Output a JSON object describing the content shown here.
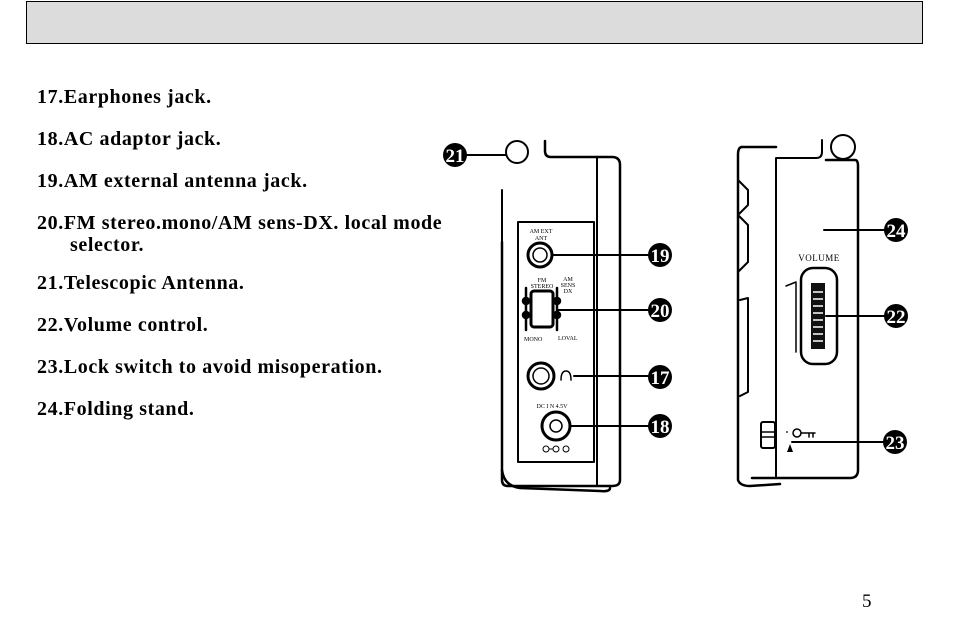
{
  "list_items": [
    {
      "num": "17.",
      "text": "Earphones jack."
    },
    {
      "num": "18.",
      "text": "AC adaptor jack."
    },
    {
      "num": "19.",
      "text": "AM external antenna jack."
    },
    {
      "num": "20.",
      "text": "FM stereo.mono/AM sens-DX. local mode",
      "cont": "selector."
    },
    {
      "num": "21.",
      "text": "Telescopic Antenna."
    },
    {
      "num": "22.",
      "text": "Volume control."
    },
    {
      "num": "23.",
      "text": "Lock switch to avoid misoperation."
    },
    {
      "num": "24.",
      "text": "Folding stand."
    }
  ],
  "figure": {
    "left_panel": {
      "am_ext_line1": "AM EXT",
      "am_ext_line2": "ANT",
      "fm_line1": "FM",
      "fm_line2": "STEREO",
      "am_line1": "AM",
      "am_line2": "SENS",
      "am_line3": "DX",
      "mono": "MONO",
      "local": "LOVAL",
      "dc_in": "DC I N 4.5V"
    },
    "right_panel": {
      "volume": "VOLUME"
    },
    "callouts": [
      "21",
      "19",
      "20",
      "17",
      "18",
      "24",
      "22",
      "23"
    ]
  },
  "page_number": "5"
}
